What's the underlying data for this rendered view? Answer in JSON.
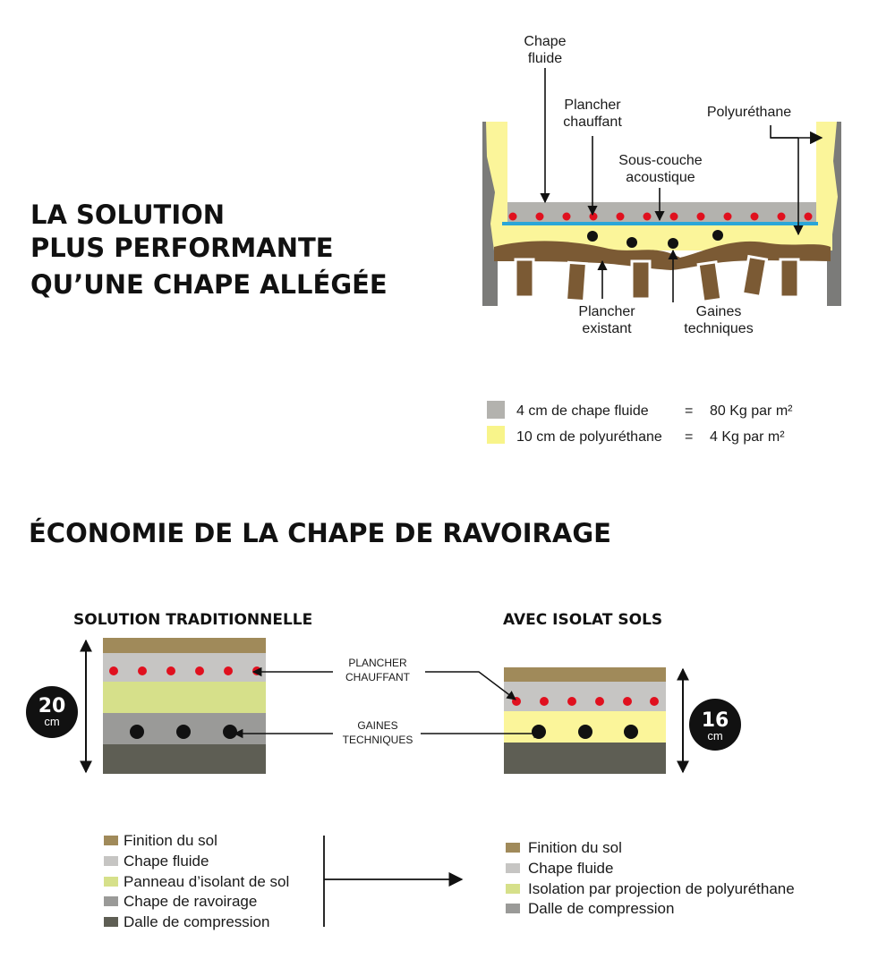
{
  "colors": {
    "finition": "#a08a5a",
    "chape_fluide": "#c6c5c3",
    "panneau_isolant": "#d6e08a",
    "chape_ravoirage": "#9a9a98",
    "dalle": "#5e5e54",
    "polyurethane": "#fbf59a",
    "heating_dot": "#e0101e",
    "membrane": "#2aa6d8",
    "wall": "#7b7b79",
    "floor_brown": "#7b5a34"
  },
  "section1": {
    "title_lines": [
      "LA SOLUTION",
      "PLUS PERFORMANTE",
      "QU’UNE CHAPE ALLÉGÉE"
    ],
    "labels": {
      "chape_fluide": [
        "Chape",
        "fluide"
      ],
      "plancher_chauffant": [
        "Plancher",
        "chauffant"
      ],
      "sous_couche": [
        "Sous-couche",
        "acoustique"
      ],
      "polyurethane": "Polyuréthane",
      "plancher_existant": [
        "Plancher",
        "existant"
      ],
      "gaines_techniques": [
        "Gaines",
        "techniques"
      ]
    },
    "weights": [
      {
        "label": "4 cm de chape fluide",
        "eq": "=",
        "value": "80 Kg par m²",
        "color": "#b3b2ae"
      },
      {
        "label": "10 cm de polyuréthane",
        "eq": "=",
        "value": "4 Kg par m²",
        "color": "#f8f48a"
      }
    ]
  },
  "section2": {
    "title": "ÉCONOMIE DE LA CHAPE DE RAVOIRAGE",
    "traditional": {
      "heading": "SOLUTION TRADITIONNELLE",
      "thickness": "20",
      "unit": "cm",
      "legend": [
        "Finition du sol",
        "Chape fluide",
        "Panneau d’isolant de sol",
        "Chape de ravoirage",
        "Dalle de compression"
      ]
    },
    "isolat": {
      "heading": "AVEC ISOLAT SOLS",
      "thickness": "16",
      "unit": "cm",
      "legend": [
        "Finition du sol",
        "Chape fluide",
        "Isolation par projection de polyuréthane",
        "Dalle de compression"
      ]
    },
    "callouts": {
      "plancher_chauffant": [
        "PLANCHER",
        "CHAUFFANT"
      ],
      "gaines_techniques": [
        "GAINES",
        "TECHNIQUES"
      ]
    }
  }
}
